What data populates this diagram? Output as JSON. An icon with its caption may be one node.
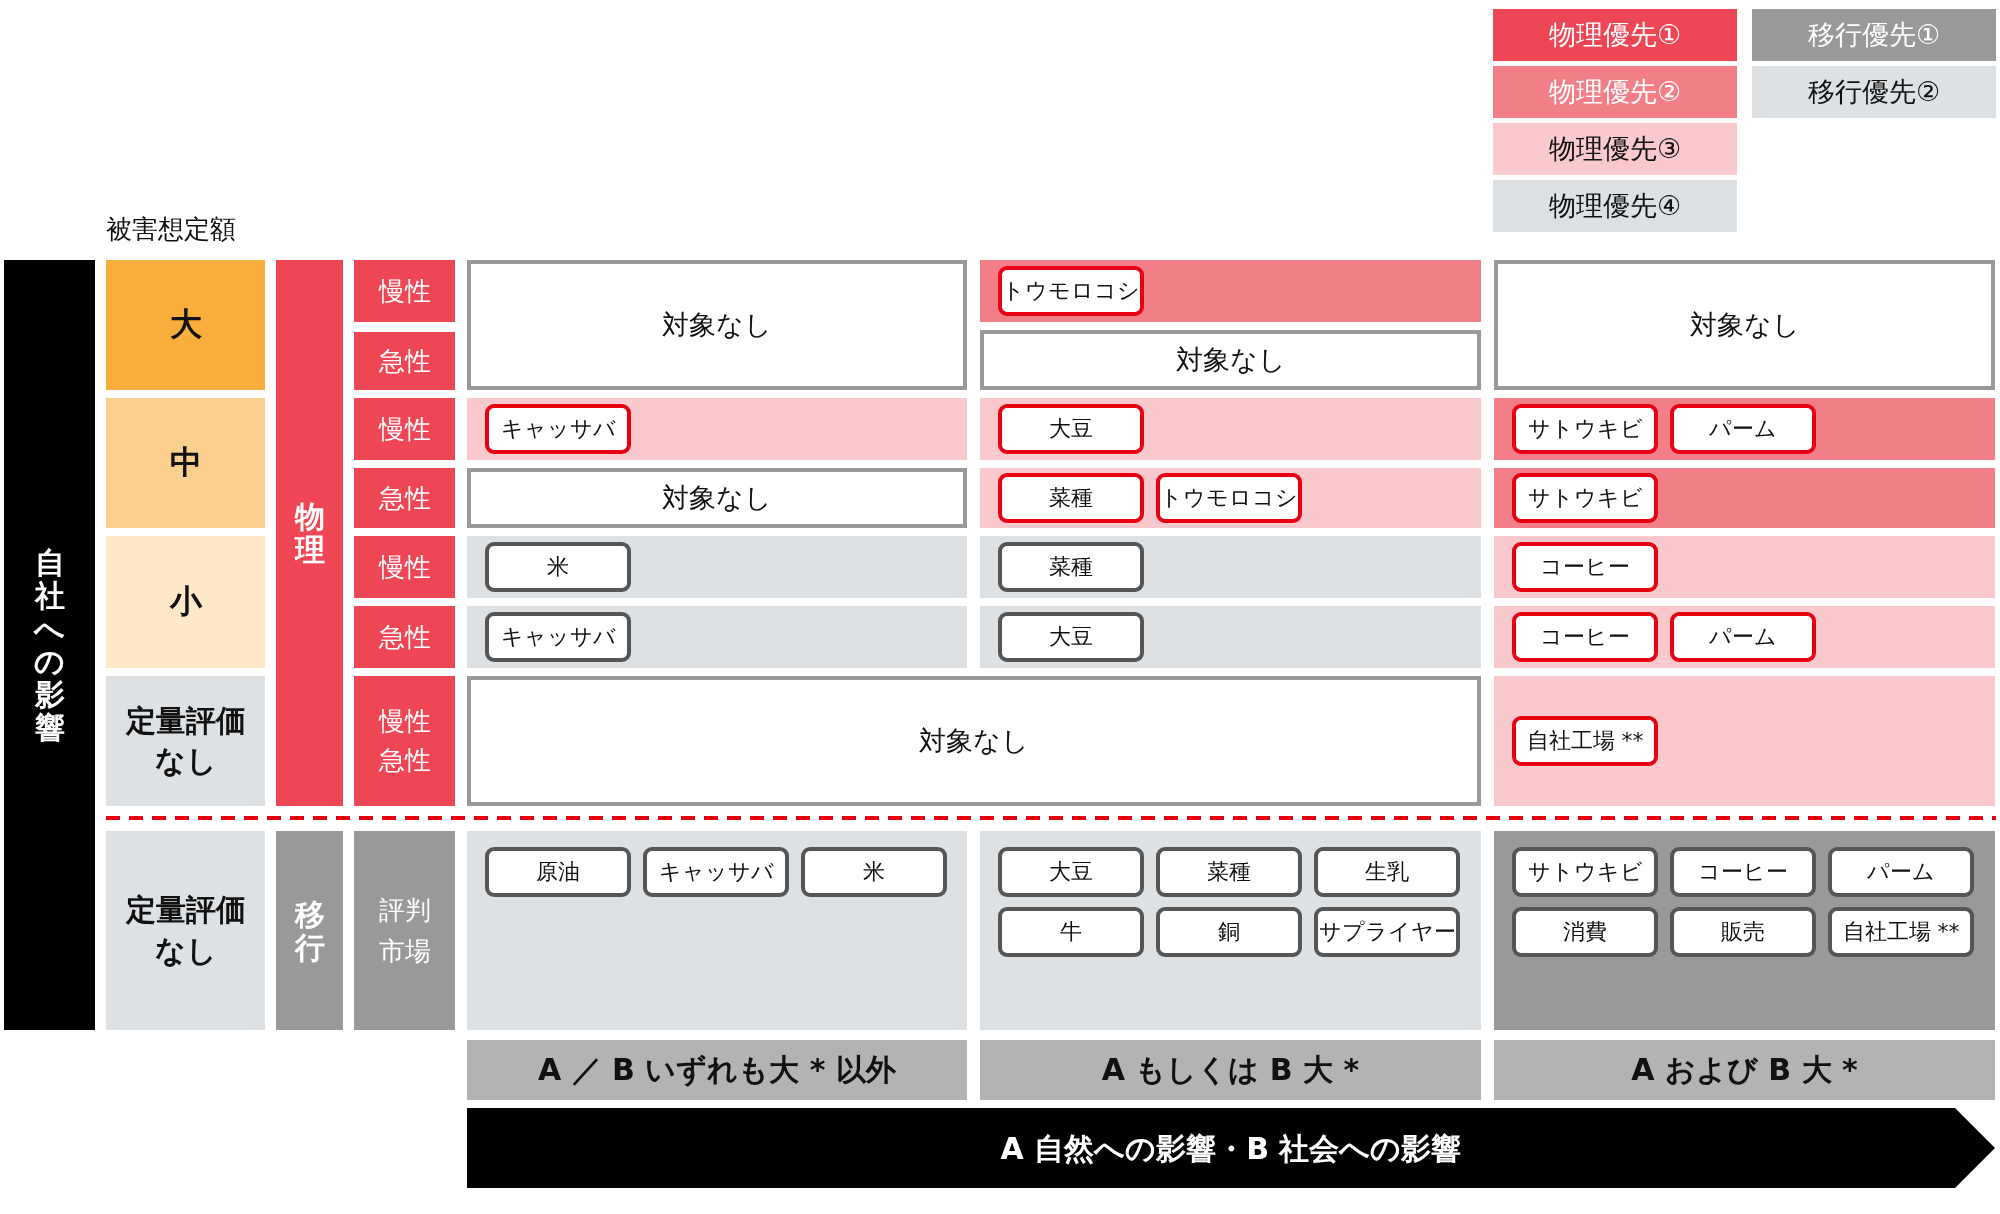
{
  "diagram": {
    "nodes": [
      {
        "text": [
          "自社への影響"
        ]
      },
      {
        "text": [
          "大"
        ]
      },
      {
        "text": [
          "中"
        ]
      },
      {
        "text": [
          "小"
        ]
      },
      {
        "text": [
          "定量評価なし"
        ]
      },
      {
        "text": [
          "物理"
        ]
      },
      {
        "text": [
          "慢性"
        ]
      },
      {
        "text": [
          "急性"
        ]
      },
      {
        "text": [
          "慢性"
        ]
      },
      {
        "text": [
          "急性"
        ]
      },
      {
        "text": [
          "慢性"
        ]
      },
      {
        "text": [
          "急性"
        ]
      },
      {
        "text": [
          "慢性",
          "急性"
        ]
      },
      {
        "text": [
          "対象なし"
        ]
      },
      {
        "text": [],
        "shape": "box"
      },
      {
        "text": [
          "トウモロコシ"
        ],
        "in": 14
      },
      {
        "text": [
          "対象なし"
        ]
      },
      {
        "text": [
          "対象なし"
        ]
      },
      {
        "text": [],
        "shape": "box"
      },
      {
        "text": [
          "キャッサバ"
        ],
        "in": 18
      },
      {
        "text": [],
        "shape": "box"
      },
      {
        "text": [
          "大豆"
        ],
        "in": 20
      },
      {
        "text": [],
        "shape": "box"
      },
      {
        "text": [
          "サトウキビ"
        ],
        "in": 22
      },
      {
        "text": [
          "パーム"
        ],
        "in": 22
      },
      {
        "text": [
          "対象なし"
        ]
      },
      {
        "text": [],
        "shape": "box"
      },
      {
        "text": [
          "菜種"
        ],
        "in": 26
      },
      {
        "text": [
          "トウモロコシ"
        ],
        "in": 26
      },
      {
        "text": [],
        "shape": "box"
      },
      {
        "text": [
          "サトウキビ"
        ],
        "in": 29
      },
      {
        "text": [],
        "shape": "box"
      },
      {
        "text": [
          "米"
        ],
        "in": 31
      },
      {
        "text": [],
        "shape": "box"
      },
      {
        "text": [
          "菜種"
        ],
        "in": 33
      },
      {
        "text": [],
        "shape": "box"
      },
      {
        "text": [
          "コーヒー"
        ],
        "in": 35
      },
      {
        "text": [],
        "shape": "box"
      },
      {
        "text": [
          "キャッサバ"
        ],
        "in": 37
      },
      {
        "text": [],
        "shape": "box"
      },
      {
        "text": [
          "大豆"
        ],
        "in": 39
      },
      {
        "text": [],
        "shape": "box"
      },
      {
        "text": [
          "コーヒー"
        ],
        "in": 41
      },
      {
        "text": [
          "パーム"
        ],
        "in": 41
      },
      {
        "text": [
          "対象なし"
        ]
      },
      {
        "text": [],
        "shape": "box"
      },
      {
        "text": [
          "自社工場 **"
        ],
        "in": 45
      },
      {
        "text": [
          "定量評価なし"
        ]
      },
      {
        "text": [
          "移行"
        ]
      },
      {
        "text": [
          "評判市場"
        ]
      },
      {
        "text": [],
        "shape": "box"
      },
      {
        "text": [
          "原油"
        ],
        "in": 50
      },
      {
        "text": [
          "キャッサバ"
        ],
        "in": 50
      },
      {
        "text": [
          "米"
        ],
        "in": 50
      },
      {
        "text": [],
        "shape": "box"
      },
      {
        "text": [
          "大豆"
        ],
        "in": 54
      },
      {
        "text": [
          "菜種"
        ],
        "in": 54
      },
      {
        "text": [
          "生乳"
        ],
        "in": 54
      },
      {
        "text": [
          "牛"
        ],
        "in": 54
      },
      {
        "text": [
          "銅"
        ],
        "in": 54
      },
      {
        "text": [
          "サプライヤー"
        ],
        "in": 54
      },
      {
        "text": [],
        "shape": "box"
      },
      {
        "text": [
          "サトウキビ"
        ],
        "in": 61
      },
      {
        "text": [
          "コーヒー"
        ],
        "in": 61
      },
      {
        "text": [
          "パーム"
        ],
        "in": 61
      },
      {
        "text": [
          "消費"
        ],
        "in": 61
      },
      {
        "text": [
          "販売"
        ],
        "in": 61
      },
      {
        "text": [
          "自社工場 **"
        ],
        "in": 61
      },
      {
        "text": [
          "A ／ B いずれも大 * 以外"
        ]
      },
      {
        "text": [
          "A もしくは B 大 *"
        ]
      },
      {
        "text": [
          "A および B 大 *"
        ]
      },
      {
        "text": [
          "A 自然への影響・B 社会への影響"
        ]
      }
    ],
    "edges": [],
    "labels": [
      "被害想定額"
    ],
    "legend": [
      {
        "text": "物理優先①",
        "color": "#ee4655"
      },
      {
        "text": "物理優先②",
        "color": "#f27f87"
      },
      {
        "text": "物理優先③",
        "color": "#f9c9cd"
      },
      {
        "text": "物理優先④",
        "color": "#dde1e4"
      },
      {
        "text": "移行優先①",
        "color": "#999999"
      },
      {
        "text": "移行優先②",
        "color": "#dde1e4"
      }
    ]
  }
}
